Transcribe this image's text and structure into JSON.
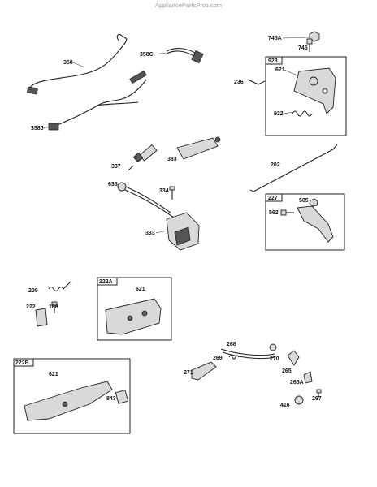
{
  "watermark": "AppliancePartsPros.com",
  "parts": {
    "p358": "358",
    "p358C": "358C",
    "p358J": "358J",
    "p745A": "745A",
    "p745": "745",
    "p923": "923",
    "p621a": "621",
    "p922": "922",
    "p236": "236",
    "p337": "337",
    "p383": "383",
    "p202": "202",
    "p635": "635",
    "p334": "334",
    "p227": "227",
    "p505": "505",
    "p562": "562",
    "p333": "333",
    "p209": "209",
    "p222": "222",
    "p188": "188",
    "p222A": "222A",
    "p621b": "621",
    "p268": "268",
    "p269": "269",
    "p270": "270",
    "p271": "271",
    "p265": "265",
    "p265A": "265A",
    "p416": "416",
    "p267": "267",
    "p222B": "222B",
    "p621c": "621",
    "p843": "843"
  }
}
